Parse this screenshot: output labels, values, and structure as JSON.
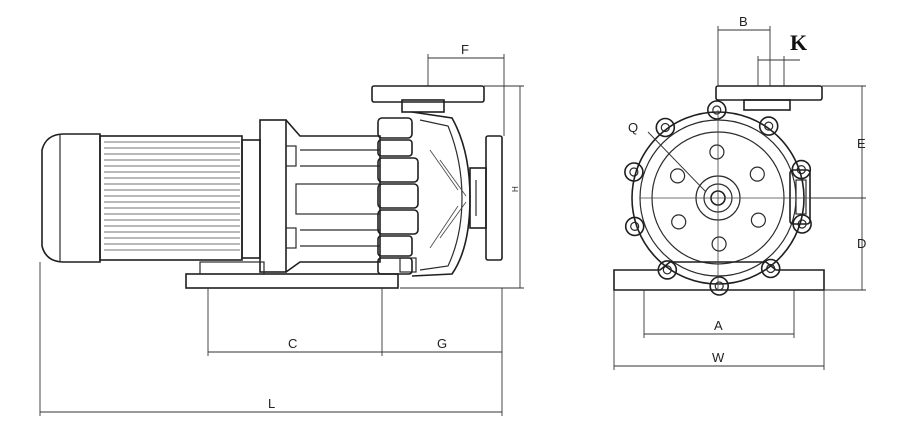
{
  "labels": {
    "F": "F",
    "H": "H",
    "C": "C",
    "G": "G",
    "L": "L",
    "B": "B",
    "K": "K",
    "Q": "Q",
    "E": "E",
    "D": "D",
    "A": "A",
    "W": "W"
  }
}
